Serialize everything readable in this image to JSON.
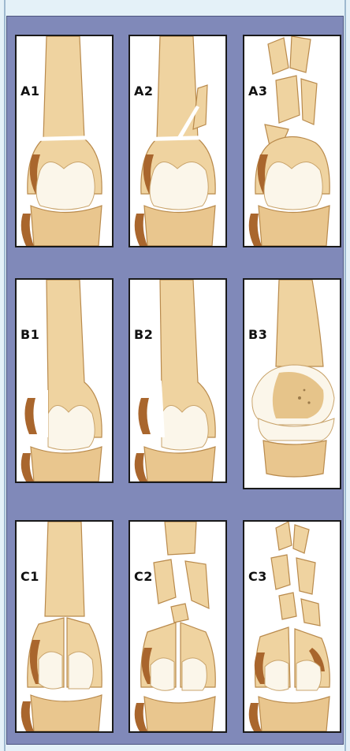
{
  "panels": [
    {
      "id": "A1",
      "label": "A1"
    },
    {
      "id": "A2",
      "label": "A2"
    },
    {
      "id": "A3",
      "label": "A3"
    },
    {
      "id": "B1",
      "label": "B1"
    },
    {
      "id": "B2",
      "label": "B2"
    },
    {
      "id": "B3",
      "label": "B3"
    },
    {
      "id": "C1",
      "label": "C1"
    },
    {
      "id": "C2",
      "label": "C2"
    },
    {
      "id": "C3",
      "label": "C3"
    }
  ],
  "colors": {
    "panel_background": "#8089b9",
    "page_background": "#e4f1f8",
    "bone": "#efd3a0",
    "bone_shadow": "#a9662d",
    "cartilage": "#fbf6ea"
  }
}
